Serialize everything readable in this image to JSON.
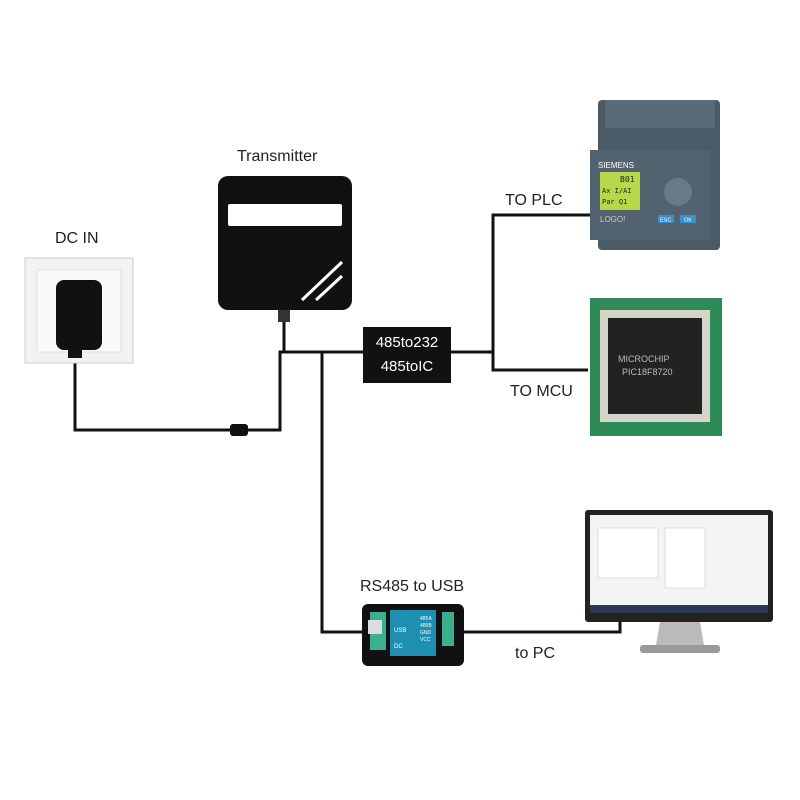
{
  "labels": {
    "dc_in": "DC IN",
    "transmitter": "Transmitter",
    "to_plc": "TO PLC",
    "to_mcu": "TO MCU",
    "rs485_to_usb": "RS485 to USB",
    "to_pc": "to PC"
  },
  "converter_box": {
    "line1": "485to232",
    "line2": "485toIC"
  },
  "plc": {
    "brand": "SIEMENS",
    "model": "LOGO!",
    "screen": [
      "B01",
      "Ax I/AI",
      "Par Q1"
    ],
    "buttons": [
      "ESC",
      "OK"
    ]
  },
  "mcu_chip": {
    "brand": "MICROCHIP",
    "part": "PIC18F8720"
  },
  "usb_module": {
    "usb": "USB",
    "dc": "DC",
    "pins": [
      "485A",
      "485B",
      "GND",
      "VCC"
    ]
  },
  "colors": {
    "wire": "#111111",
    "pcb": "#2e8b57",
    "plc": "#4a5a66",
    "lcd": "#b8d84a",
    "module": "#1e8fb0"
  }
}
